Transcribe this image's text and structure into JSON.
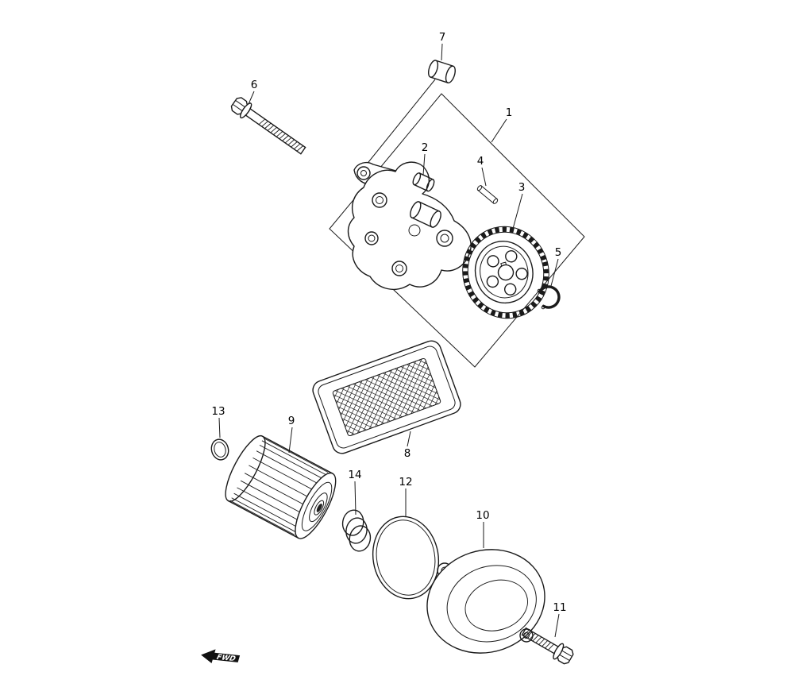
{
  "colors": {
    "line": "#1a1a1a",
    "background": "#ffffff"
  },
  "fwd_label": "FWD",
  "parts": {
    "p1": {
      "label": "1"
    },
    "p2": {
      "label": "2"
    },
    "p3": {
      "label": "3"
    },
    "p4": {
      "label": "4"
    },
    "p5": {
      "label": "5"
    },
    "p6": {
      "label": "6"
    },
    "p7": {
      "label": "7"
    },
    "p8": {
      "label": "8"
    },
    "p9": {
      "label": "9"
    },
    "p10": {
      "label": "10"
    },
    "p11": {
      "label": "11"
    },
    "p12": {
      "label": "12"
    },
    "p13": {
      "label": "13"
    },
    "p14": {
      "label": "14"
    }
  }
}
